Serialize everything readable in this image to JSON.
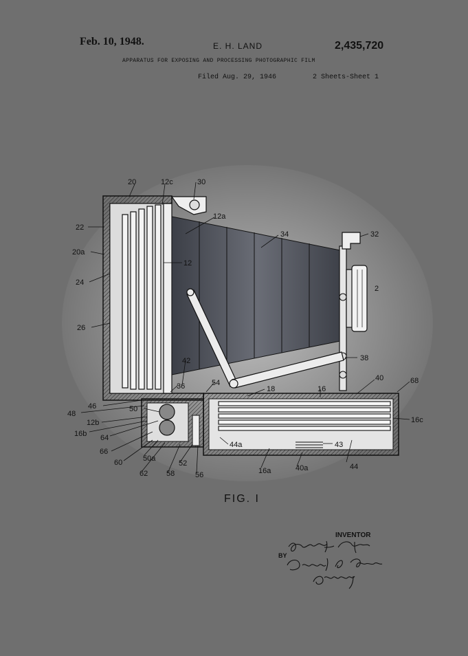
{
  "header": {
    "date": "Feb. 10, 1948.",
    "inventor_name": "E. H. LAND",
    "patent_number": "2,435,720",
    "title": "APPARATUS FOR EXPOSING AND PROCESSING PHOTOGRAPHIC FILM",
    "filed": "Filed Aug. 29, 1946",
    "sheet": "2 Sheets-Sheet 1"
  },
  "figure": {
    "caption": "FIG. I",
    "reference_labels": [
      "20",
      "12c",
      "30",
      "22",
      "12a",
      "34",
      "32",
      "20a",
      "24",
      "12",
      "2",
      "26",
      "38",
      "40",
      "68",
      "42",
      "36",
      "54",
      "18",
      "16",
      "46",
      "48",
      "50",
      "12b",
      "16b",
      "64",
      "66",
      "60",
      "50a",
      "62",
      "58",
      "52",
      "56",
      "44a",
      "43",
      "16a",
      "40a",
      "44",
      "16c"
    ]
  },
  "signature": {
    "inventor_label": "INVENTOR",
    "by_label": "BY"
  },
  "colors": {
    "background": "#6f6f6f",
    "ink": "#111111",
    "metal": "#e8e8e8",
    "bellows": "#4a4d55"
  }
}
